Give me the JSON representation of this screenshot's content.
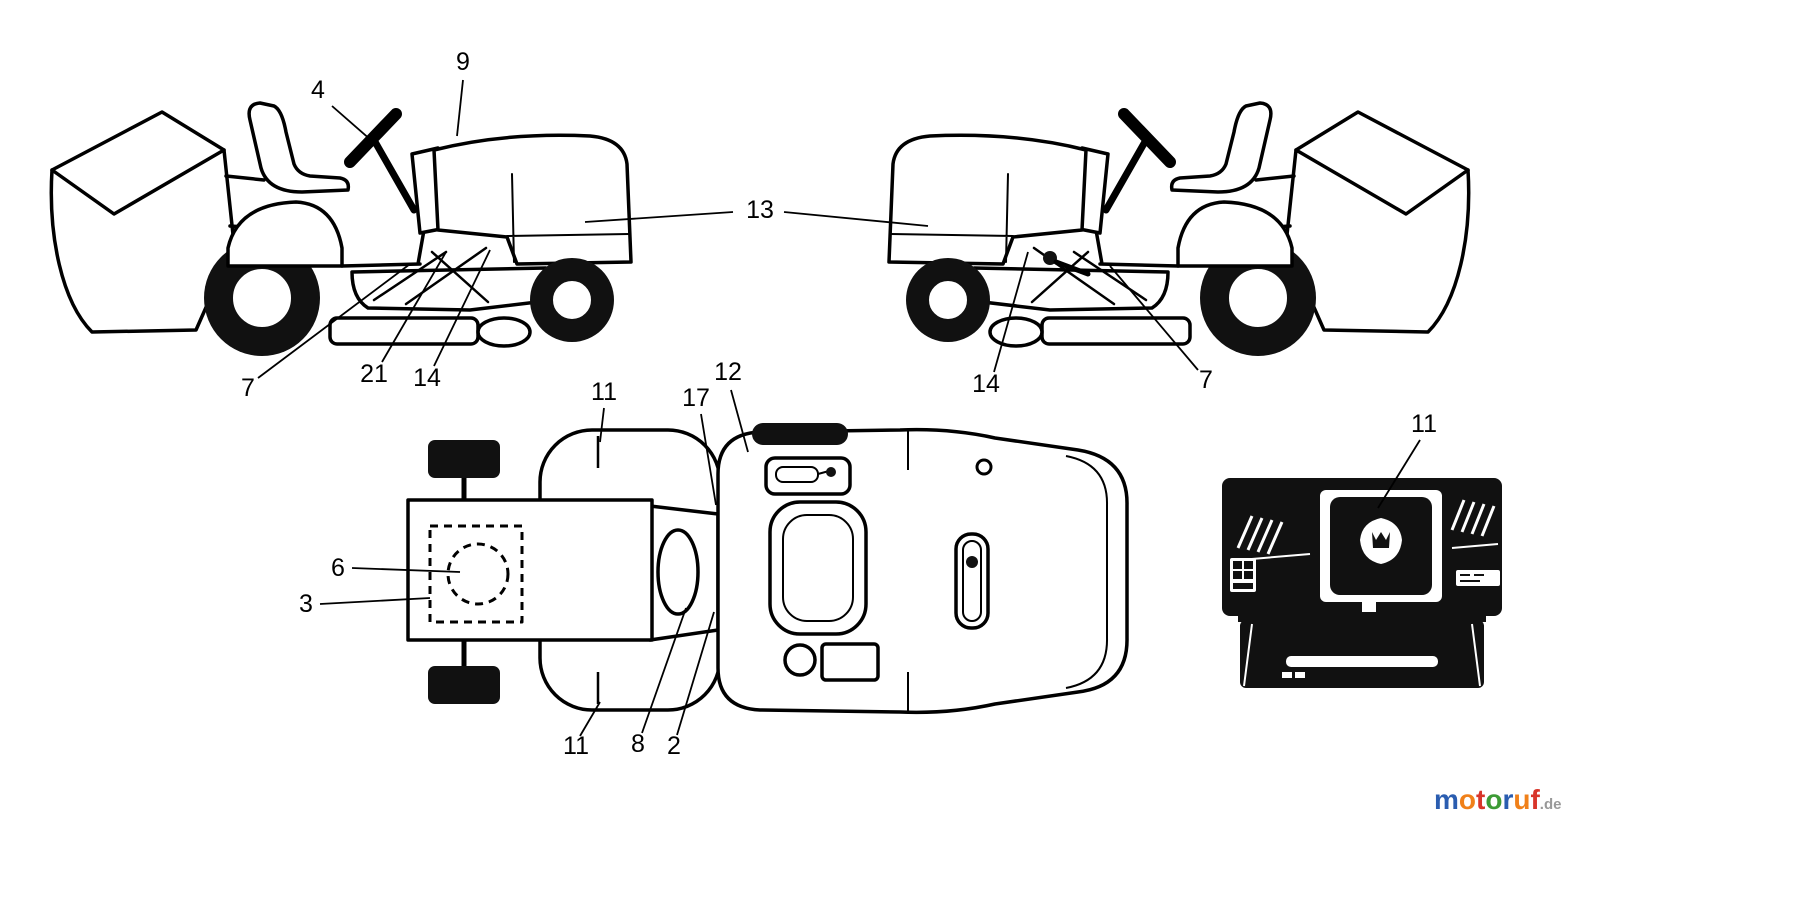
{
  "palette": {
    "line": "#000000",
    "fill": "#ffffff",
    "dark": "#111111"
  },
  "callouts": [
    {
      "label": "4"
    },
    {
      "label": "9"
    },
    {
      "label": "13"
    },
    {
      "label": "7"
    },
    {
      "label": "21"
    },
    {
      "label": "14"
    },
    {
      "label": "14"
    },
    {
      "label": "7"
    },
    {
      "label": "11"
    },
    {
      "label": "17"
    },
    {
      "label": "12"
    },
    {
      "label": "6"
    },
    {
      "label": "3"
    },
    {
      "label": "11"
    },
    {
      "label": "8"
    },
    {
      "label": "2"
    },
    {
      "label": "11"
    }
  ],
  "watermark": {
    "letters": [
      {
        "ch": "m",
        "style": "color:#2a5db0"
      },
      {
        "ch": "o",
        "style": "color:#f08019"
      },
      {
        "ch": "t",
        "style": "color:#d8352a"
      },
      {
        "ch": "o",
        "style": "color:#3d9b35"
      },
      {
        "ch": "r",
        "style": "color:#2a5db0"
      },
      {
        "ch": "u",
        "style": "color:#f08019"
      },
      {
        "ch": "f",
        "style": "color:#d8352a"
      }
    ],
    "suffix": ".de",
    "suffix_style": "color:#999999"
  }
}
